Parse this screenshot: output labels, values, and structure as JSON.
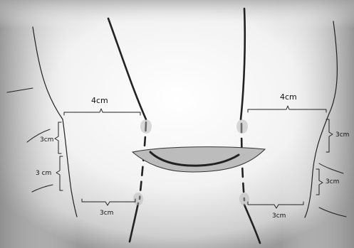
{
  "labels": {
    "top_left_width": "4cm",
    "top_right_width": "4cm",
    "left_upper_height": "3cm",
    "left_lower_height": "3 cm",
    "right_upper_height": "3cm",
    "right_lower_height": "3cm",
    "bottom_left_width": "3cm",
    "bottom_right_width": "3cm"
  },
  "colors": {
    "ink": "#222222",
    "incision_fill": "#b9b9b9",
    "skin_shadow": "#9a9a9a"
  }
}
